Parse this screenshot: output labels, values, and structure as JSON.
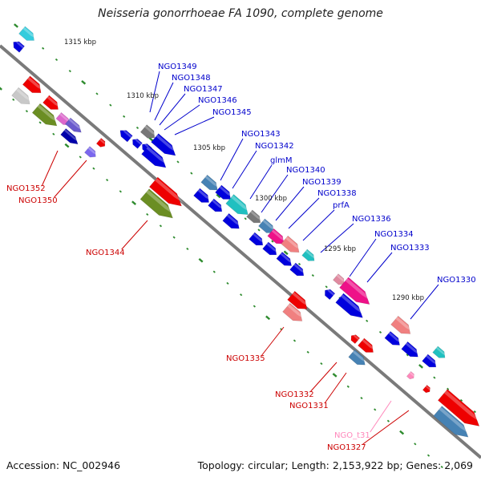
{
  "title": "Neisseria gonorrhoeae FA 1090, complete genome",
  "footer": {
    "accession": "Accession: NC_002946",
    "topology": "Topology: circular; Length: 2,153,922 bp; Genes: 2,069"
  },
  "colors": {
    "backbone": "#7a7a7a",
    "tick": "#2e8b2e",
    "top_label": "#0000cc",
    "bottom_label": "#cc0000",
    "pink_label": "#ff88bb"
  },
  "ruler_labels": [
    "1315 kbp",
    "1310 kbp",
    "1305 kbp",
    "1300 kbp",
    "1295 kbp",
    "1290 kbp"
  ],
  "genes_top": [
    "NGO1349",
    "NGO1348",
    "NGO1347",
    "NGO1346",
    "NGO1345",
    "NGO1343",
    "NGO1342",
    "glmM",
    "NGO1340",
    "NGO1339",
    "NGO1338",
    "prfA",
    "NGO1336",
    "NGO1334",
    "NGO1333",
    "NGO1330"
  ],
  "genes_bottom": [
    "NGO1352",
    "NGO1350",
    "NGO1344",
    "NGO1335",
    "NGO1332",
    "NGO1331",
    "NGO_t31",
    "NGO1327"
  ]
}
